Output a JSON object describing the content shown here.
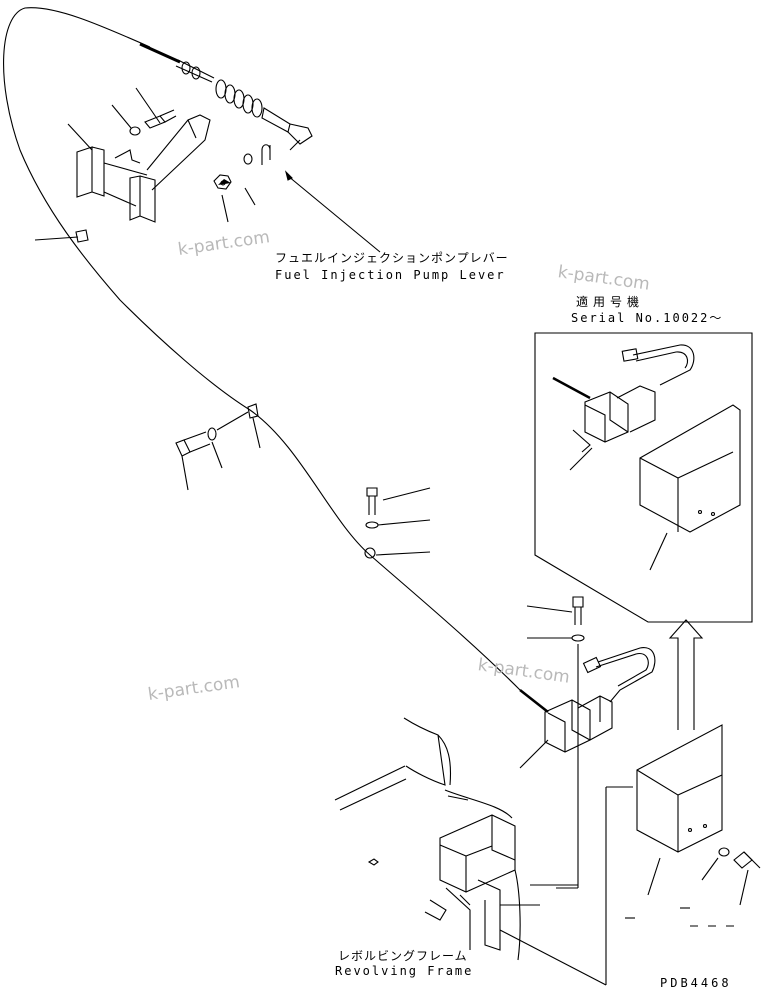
{
  "labels": {
    "pump_lever_jp": "フュエルインジェクションポンプレバー",
    "pump_lever_en": "Fuel Injection Pump Lever",
    "serial_jp": "適用号機",
    "serial_en": "Serial No.10022～",
    "frame_jp": "レボルビングフレーム",
    "frame_en": "Revolving Frame",
    "drawing_no": "PDB4468"
  },
  "watermarks": [
    "k-part.com",
    "k-part.com",
    "k-part.com",
    "k-part.com"
  ],
  "colors": {
    "line": "#000000",
    "background": "#ffffff",
    "watermark": "#b9b9b9"
  }
}
